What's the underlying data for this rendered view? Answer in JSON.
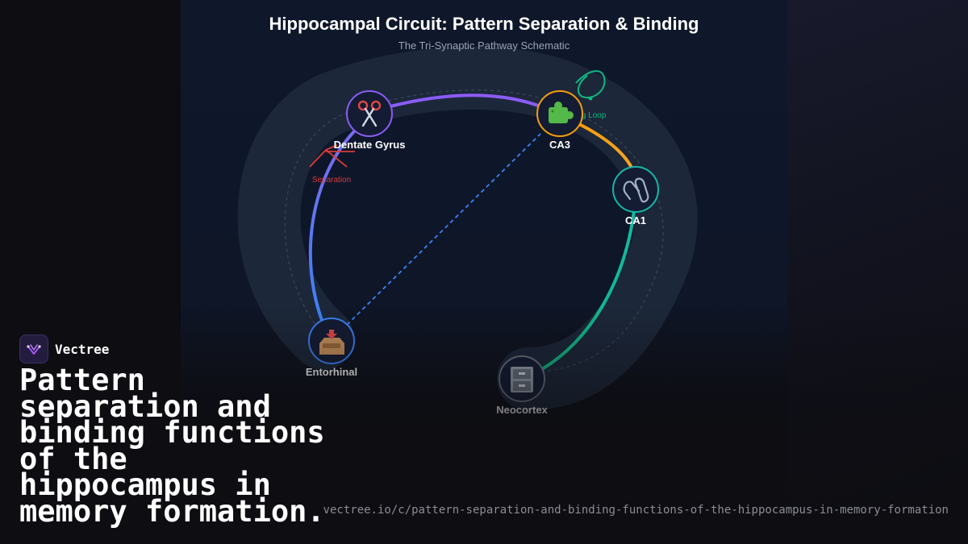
{
  "header": {
    "title": "Hippocampal Circuit: Pattern Separation & Binding",
    "subtitle": "The Tri-Synaptic Pathway Schematic"
  },
  "nodes": {
    "dentate_gyrus": {
      "label": "Dentate Gyrus",
      "icon": "scissors-icon",
      "color": "#8b5cf6"
    },
    "ca3": {
      "label": "CA3",
      "icon": "puzzle-piece-icon",
      "color": "#f59e0b"
    },
    "ca1": {
      "label": "CA1",
      "icon": "paperclip-icon",
      "color": "#14b8a6"
    },
    "entorhinal": {
      "label": "Entorhinal",
      "icon": "inbox-tray-icon",
      "color": "#3b82f6"
    },
    "neocortex": {
      "label": "Neocortex",
      "icon": "file-cabinet-icon",
      "color": "#6b7280"
    }
  },
  "annotations": {
    "separation": {
      "label": "Separation",
      "color": "#ef4444"
    },
    "binding_loop": {
      "label": "Binding Loop",
      "color": "#10b981"
    }
  },
  "brand": {
    "name": "Vectree"
  },
  "headline": "Pattern separation and binding functions of the hippocampus in memory formation.",
  "url": "vectree.io/c/pattern-separation-and-binding-functions-of-the-hippocampus-in-memory-formation"
}
